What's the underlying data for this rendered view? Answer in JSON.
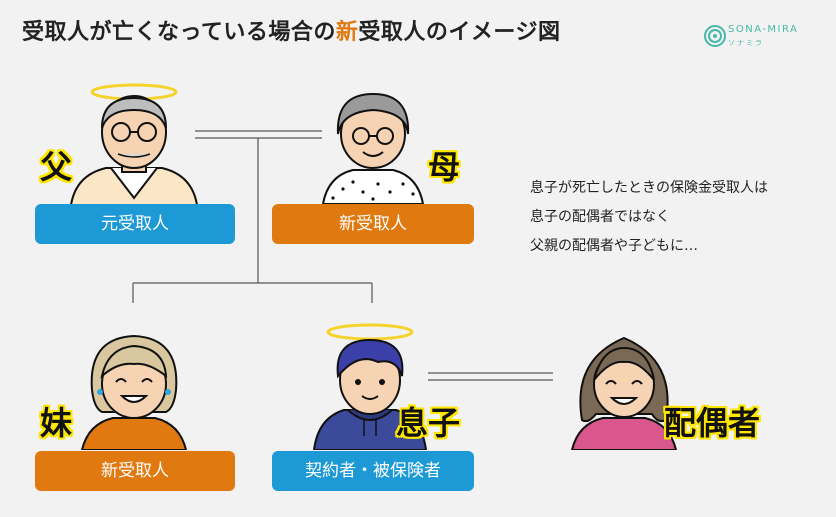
{
  "title": {
    "prefix": "受取人が亡くなっている場合の",
    "highlight": "新",
    "suffix": "受取人のイメージ図"
  },
  "logo": {
    "name": "SONA-MIRA",
    "sub": "ソナミラ",
    "brand_color": "#48b8a8"
  },
  "people": {
    "father": {
      "label": "父",
      "role": "元受取人"
    },
    "mother": {
      "label": "母",
      "role": "新受取人"
    },
    "sister": {
      "label": "妹",
      "role": "新受取人"
    },
    "son": {
      "label": "息子",
      "role": "契約者・被保険者"
    },
    "spouse": {
      "label": "配偶者"
    }
  },
  "note": {
    "line1": "息子が死亡したときの保険金受取人は",
    "line2": "息子の配偶者ではなく",
    "line3": "父親の配偶者や子どもに…"
  },
  "colors": {
    "blue": "#1d9ad6",
    "orange": "#e07a10",
    "halo": "#f5d32a",
    "highlight": "#ffe600"
  }
}
